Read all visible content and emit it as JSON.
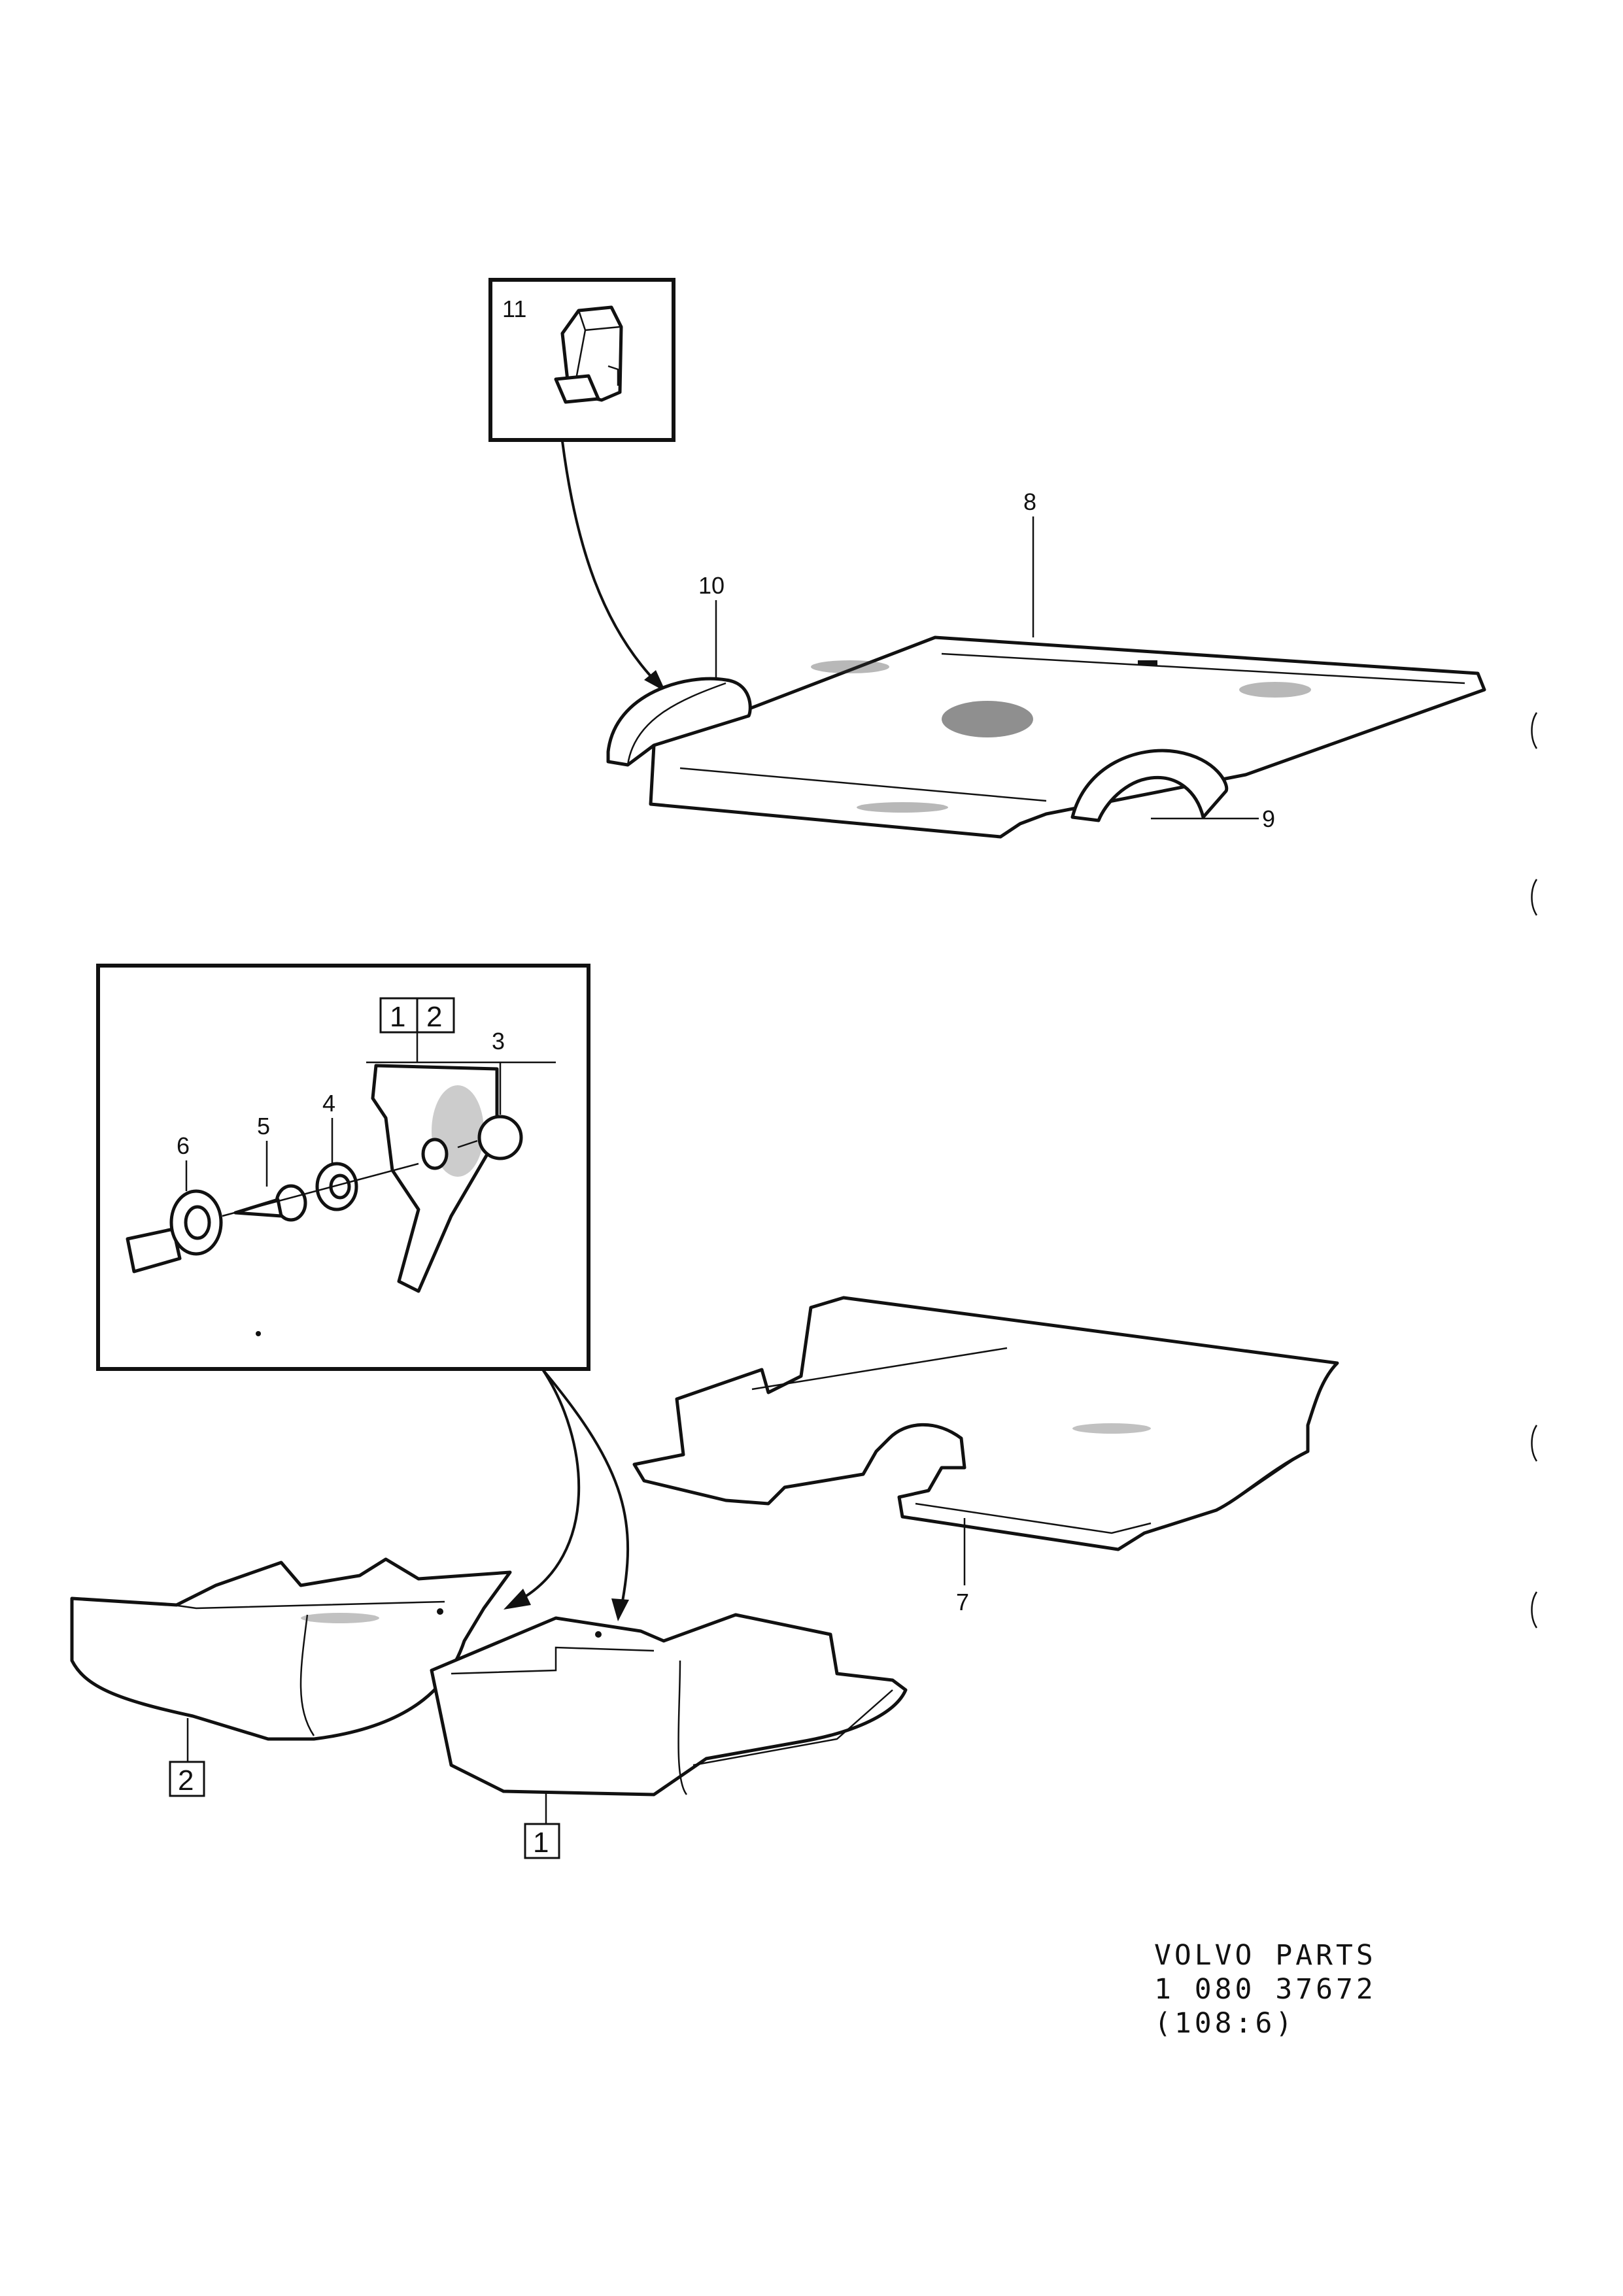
{
  "callouts": {
    "p1": "1",
    "p2": "2",
    "p3": "3",
    "p4": "4",
    "p5": "5",
    "p6": "6",
    "p7": "7",
    "p8": "8",
    "p9": "9",
    "p10": "10",
    "p11": "11"
  },
  "footer": {
    "line1": "VOLVO PARTS",
    "line2": "1 080 37672",
    "line3": "(108:6)"
  }
}
